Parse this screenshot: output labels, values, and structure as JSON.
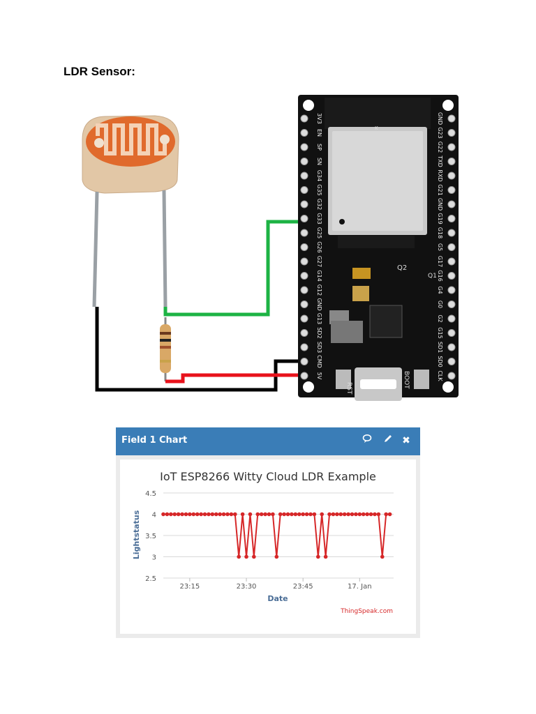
{
  "heading": "LDR Sensor:",
  "board": {
    "left_pins": [
      "3V3",
      "EN",
      "SP",
      "SN",
      "G34",
      "G35",
      "G32",
      "G33",
      "G25",
      "G26",
      "G27",
      "G14",
      "G12",
      "GND",
      "G13",
      "SD2",
      "SD3",
      "CMD",
      "5V"
    ],
    "right_pins": [
      "GND",
      "G23",
      "G22",
      "TXD",
      "RXD",
      "G21",
      "GND",
      "G19",
      "G18",
      "G5",
      "G17",
      "G16",
      "G4",
      "G0",
      "G2",
      "G15",
      "SD1",
      "SD0",
      "CLK"
    ],
    "rst_label": "RST",
    "boot_label": "BOOT",
    "chip_label": "K",
    "q1_label": "Q1",
    "q2_label": "Q2"
  },
  "panel": {
    "title": "Field 1 Chart",
    "comment_icon": "comment-icon",
    "edit_icon": "pencil-icon",
    "close_icon": "close-icon",
    "close_glyph": "✖",
    "edit_glyph": "✎",
    "comment_glyph": "💬",
    "credit": "ThingSpeak.com"
  },
  "colors": {
    "header": "#3a7db7",
    "series": "#d62728",
    "wire_green": "#1db344",
    "wire_red": "#e8121b",
    "wire_black": "#000000",
    "credit": "#d62728"
  },
  "chart_data": {
    "type": "line",
    "title": "IoT ESP8266 Witty Cloud LDR Example",
    "xlabel": "Date",
    "ylabel": "Lightstatus",
    "x_tick_labels": [
      "23:15",
      "23:30",
      "23:45",
      "17. Jan"
    ],
    "x_tick_minutes": [
      7,
      22,
      37,
      52
    ],
    "x_range_minutes": [
      0,
      61
    ],
    "y_ticks": [
      2.5,
      3,
      3.5,
      4,
      4.5
    ],
    "ylim": [
      2.5,
      4.5
    ],
    "grid": true,
    "legend": "none",
    "series": [
      {
        "values": [
          4,
          4,
          4,
          4,
          4,
          4,
          4,
          4,
          4,
          4,
          4,
          4,
          4,
          4,
          4,
          4,
          4,
          4,
          4,
          4,
          3,
          4,
          3,
          4,
          3,
          4,
          4,
          4,
          4,
          4,
          3,
          4,
          4,
          4,
          4,
          4,
          4,
          4,
          4,
          4,
          4,
          3,
          4,
          3,
          4,
          4,
          4,
          4,
          4,
          4,
          4,
          4,
          4,
          4,
          4,
          4,
          4,
          4,
          3,
          4,
          4
        ],
        "x": [
          0,
          1,
          2,
          3,
          4,
          5,
          6,
          7,
          8,
          9,
          10,
          11,
          12,
          13,
          14,
          15,
          16,
          17,
          18,
          19,
          20,
          21,
          22,
          23,
          24,
          25,
          26,
          27,
          28,
          29,
          30,
          31,
          32,
          33,
          34,
          35,
          36,
          37,
          38,
          39,
          40,
          41,
          42,
          43,
          44,
          45,
          46,
          47,
          48,
          49,
          50,
          51,
          52,
          53,
          54,
          55,
          56,
          57,
          58,
          59,
          60
        ]
      }
    ]
  }
}
